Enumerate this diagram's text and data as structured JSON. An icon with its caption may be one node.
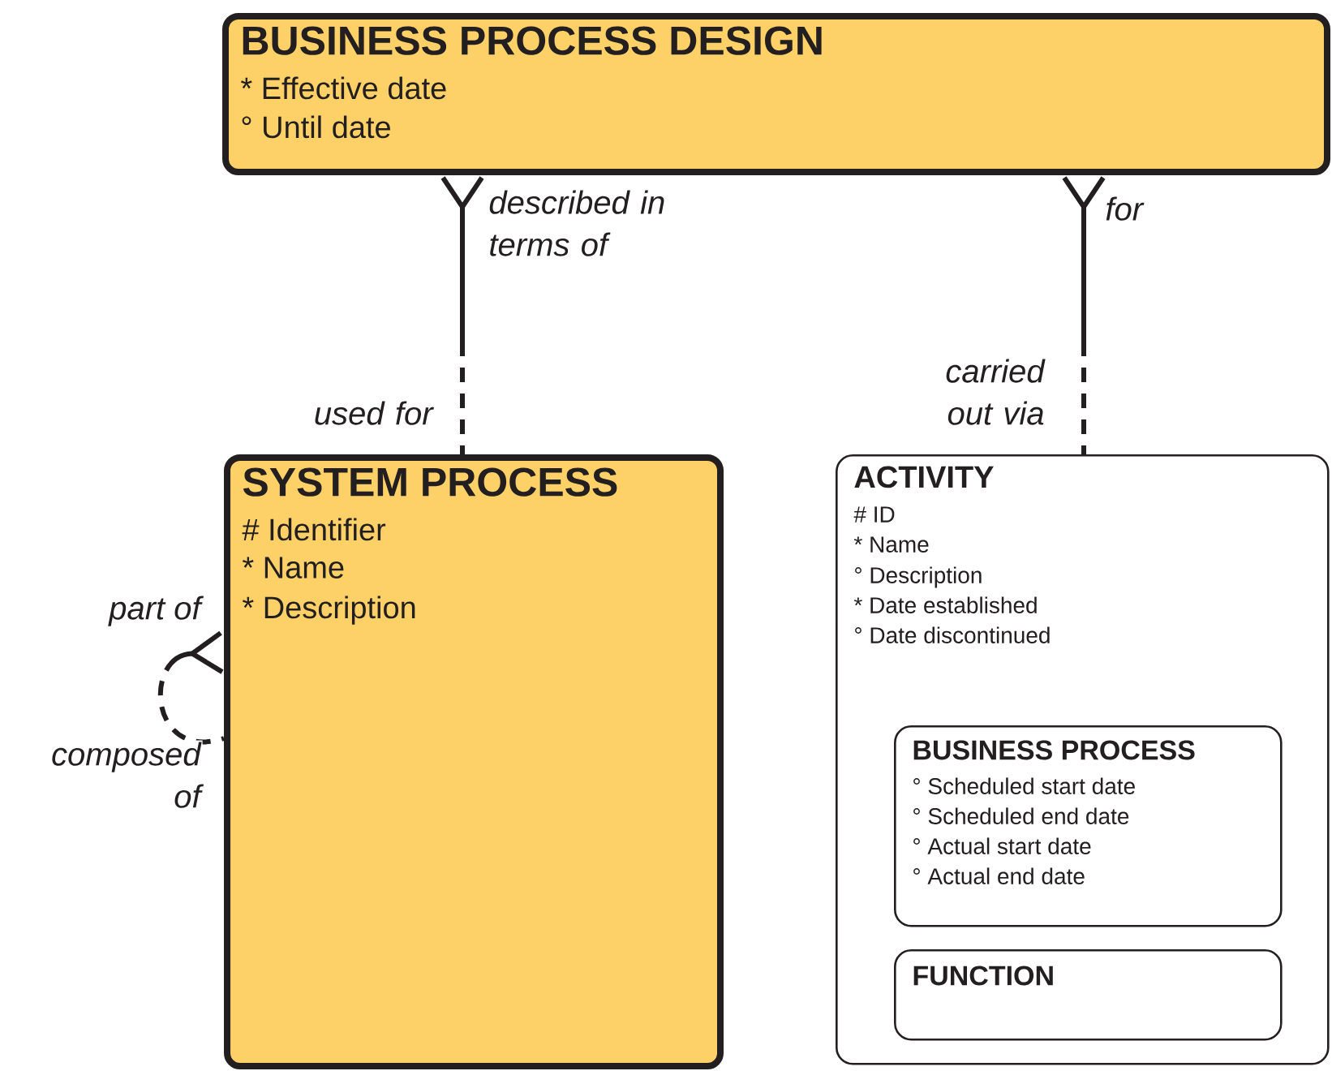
{
  "diagram": {
    "nodes": [
      {
        "text": [
          "BUSINESS PROCESS DESIGN",
          "* Effective date",
          "° Until date"
        ]
      },
      {
        "text": [
          "SYSTEM PROCESS",
          "# Identifier",
          "* Name",
          "* Description"
        ]
      },
      {
        "text": [
          "ACTIVITY",
          "# ID",
          "* Name",
          "° Description",
          "* Date established",
          "° Date discontinued"
        ]
      },
      {
        "text": [
          "BUSINESS PROCESS",
          "° Scheduled start date",
          "° Scheduled end date",
          "° Actual start date",
          "° Actual end date"
        ],
        "in": 2
      },
      {
        "text": [
          "FUNCTION"
        ],
        "in": 2
      }
    ],
    "edges": [
      {
        "from": 0,
        "to": 1,
        "arrow": "other",
        "label": "described in terms of",
        "style": "dashed"
      },
      {
        "from": 0,
        "to": 2,
        "arrow": "other",
        "label": "for",
        "style": "dashed"
      },
      {
        "from": 1,
        "to": 1,
        "arrow": "other",
        "label": "part of",
        "style": "dashed"
      }
    ],
    "labels": [
      "used for",
      "carried out via",
      "composed of"
    ]
  }
}
